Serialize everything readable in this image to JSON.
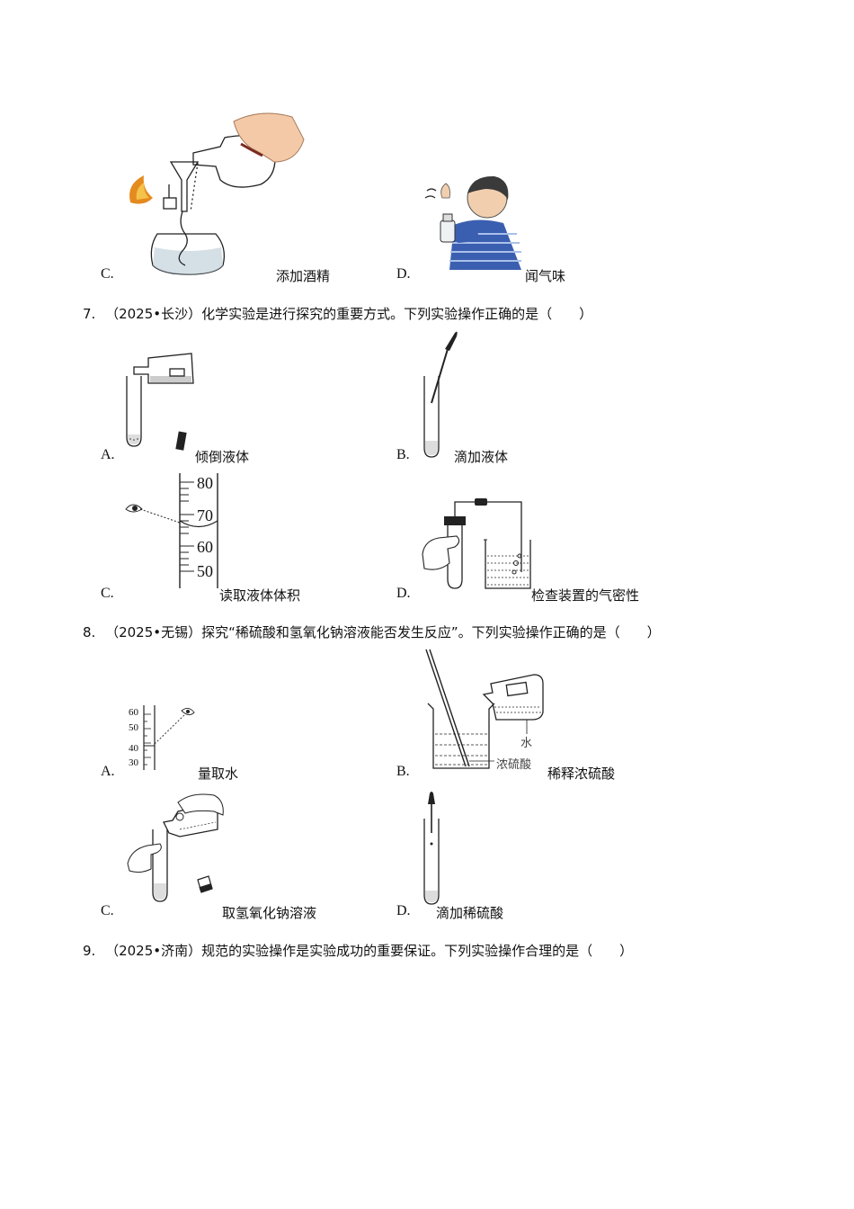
{
  "q6_options": [
    {
      "letter": "C.",
      "caption": "添加酒精"
    },
    {
      "letter": "D.",
      "caption": "闻气味"
    }
  ],
  "q7": {
    "number": "7.",
    "text": "（2025•长沙）化学实验是进行探究的重要方式。下列实验操作正确的是（　　）",
    "options": [
      {
        "letter": "A.",
        "caption": "倾倒液体"
      },
      {
        "letter": "B.",
        "caption": "滴加液体"
      },
      {
        "letter": "C.",
        "caption": "读取液体体积"
      },
      {
        "letter": "D.",
        "caption": "检查装置的气密性"
      }
    ],
    "cylinder_ticks": [
      "80",
      "70",
      "60",
      "50"
    ]
  },
  "q8": {
    "number": "8.",
    "text": "（2025•无锡）探究“稀硫酸和氢氧化钠溶液能否发生反应”。下列实验操作正确的是（　　）",
    "options": [
      {
        "letter": "A.",
        "caption": "量取水"
      },
      {
        "letter": "B.",
        "caption": "稀释浓硫酸"
      },
      {
        "letter": "C.",
        "caption": "取氢氧化钠溶液"
      },
      {
        "letter": "D.",
        "caption": "滴加稀硫酸"
      }
    ],
    "small_cylinder_ticks": [
      "60",
      "50",
      "40",
      "30"
    ],
    "dilution_labels": {
      "water": "水",
      "acid": "浓硫酸"
    }
  },
  "q9": {
    "number": "9.",
    "text": "（2025•济南）规范的实验操作是实验成功的重要保证。下列实验操作合理的是（　　）"
  }
}
